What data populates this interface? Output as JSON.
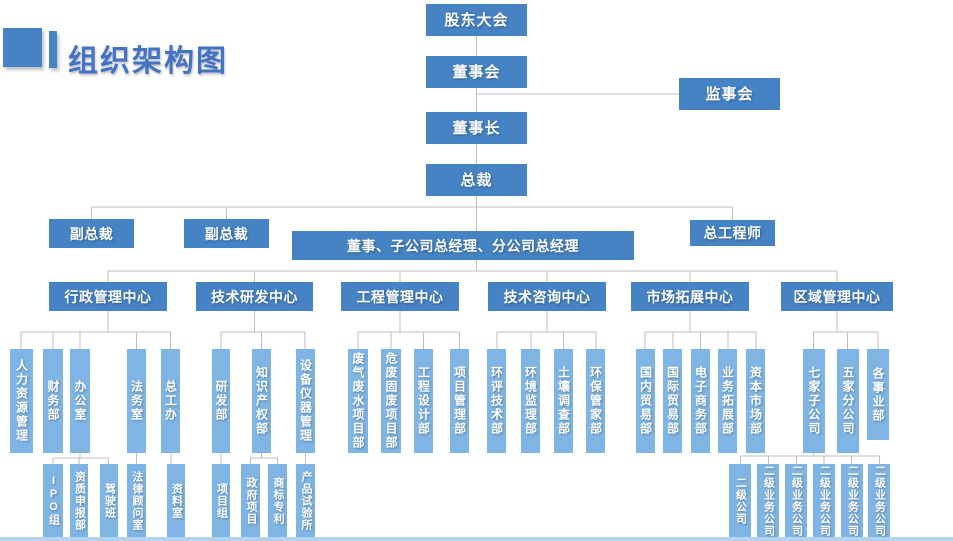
{
  "title": "组织架构图",
  "palette": {
    "primary_blue": "#4583C5",
    "light_blue": "#7FB5E4",
    "connector_gray": "#BEBEBE",
    "title_blue": "#4472C4",
    "footer_strip_blue": "#B3D2EE"
  },
  "governance": {
    "shareholders_meeting": "股东大会",
    "board_of_directors": "董事会",
    "supervisory_board": "监事会",
    "chairman": "董事长",
    "president": "总裁"
  },
  "executives": {
    "vice_president_1": "副总裁",
    "vice_president_2": "副总裁",
    "gm_group": "董事、子公司总经理、分公司总经理",
    "chief_engineer": "总工程师"
  },
  "centers": [
    {
      "label": "行政管理中心",
      "departments": [
        "人力资源管理",
        "财务部",
        "办公室",
        "法务室",
        "总工办"
      ],
      "offices": [
        "IPO组",
        "资质申报部",
        "驾驶班",
        "法律顾问室",
        "资料室"
      ]
    },
    {
      "label": "技术研发中心",
      "departments": [
        "研发部",
        "知识产权部",
        "设备仪器管理"
      ],
      "offices": [
        "项目组",
        "政府项目",
        "商标专利",
        "产品试验所"
      ]
    },
    {
      "label": "工程管理中心",
      "departments": [
        "废气废水项目部",
        "危废固废项目部",
        "工程设计部",
        "项目管理部"
      ],
      "offices": []
    },
    {
      "label": "技术咨询中心",
      "departments": [
        "环评技术部",
        "环境监理部",
        "土壤调查部",
        "环保管家部"
      ],
      "offices": []
    },
    {
      "label": "市场拓展中心",
      "departments": [
        "国内贸易部",
        "国际贸易部",
        "电子商务部",
        "业务拓展部",
        "资本市场部"
      ],
      "offices": []
    },
    {
      "label": "区域管理中心",
      "departments": [
        "七家子公司",
        "五家分公司",
        "各事业部"
      ],
      "offices": [
        "二级公司",
        "二级业务公司",
        "二级业务公司",
        "二级业务公司",
        "二级业务公司",
        "二级业务公司"
      ]
    }
  ]
}
